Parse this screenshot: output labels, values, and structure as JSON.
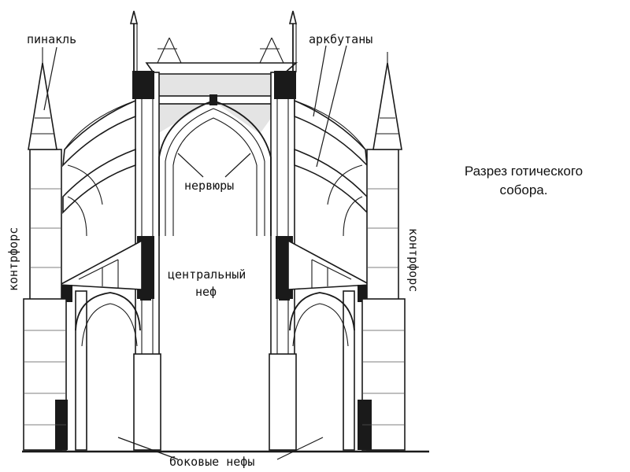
{
  "caption": {
    "line1": "Разрез готического",
    "line2": "собора."
  },
  "labels": {
    "pinnacle": "пинакль",
    "flying_buttresses": "аркбутаны",
    "ribs": "нервюры",
    "central_nave_line1": "центральный",
    "central_nave_line2": "неф",
    "buttress": "контрфорс",
    "side_naves": "боковые нефы"
  }
}
